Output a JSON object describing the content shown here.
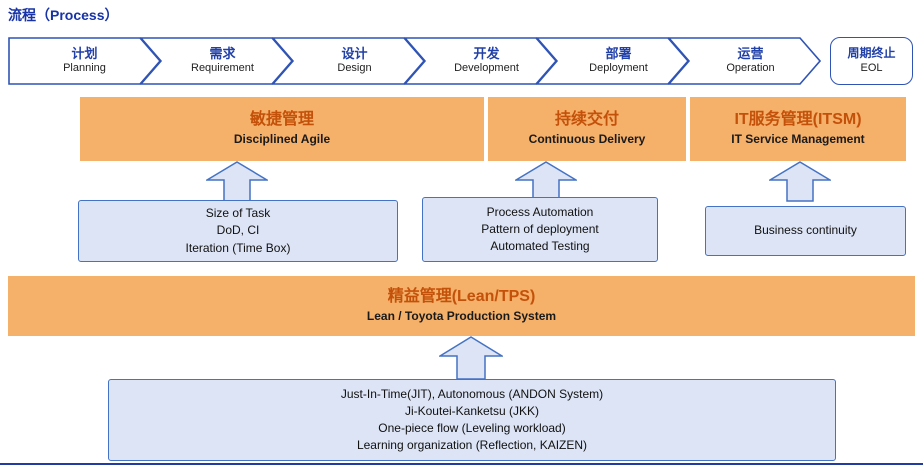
{
  "title": "流程（Process）",
  "flow": {
    "stages": [
      {
        "zh": "计划",
        "en": "Planning"
      },
      {
        "zh": "需求",
        "en": "Requirement"
      },
      {
        "zh": "设计",
        "en": "Design"
      },
      {
        "zh": "开发",
        "en": "Development"
      },
      {
        "zh": "部署",
        "en": "Deployment"
      },
      {
        "zh": "运营",
        "en": "Operation"
      }
    ],
    "eol": {
      "zh": "周期终止",
      "en": "EOL"
    }
  },
  "bands": [
    {
      "zh": "敏捷管理",
      "en": "Disciplined Agile"
    },
    {
      "zh": "持续交付",
      "en": "Continuous Delivery"
    },
    {
      "zh": "IT服务管理(ITSM)",
      "en": "IT Service Management"
    }
  ],
  "practices": [
    {
      "lines": [
        "Size of Task",
        "DoD, CI",
        "Iteration (Time Box)"
      ]
    },
    {
      "lines": [
        "Process Automation",
        "Pattern of deployment",
        "Automated Testing"
      ]
    },
    {
      "lines": [
        "Business continuity"
      ]
    }
  ],
  "lean": {
    "zh": "精益管理(Lean/TPS)",
    "en": "Lean / Toyota Production System"
  },
  "lean_practices": {
    "lines": [
      "Just-In-Time(JIT), Autonomous (ANDON System)",
      "Ji-Koutei-Kanketsu (JKK)",
      "One-piece flow (Leveling workload)",
      "Learning organization (Reflection, KAIZEN)"
    ]
  },
  "colors": {
    "accent_blue": "#2f54b5",
    "title_blue": "#1733a7",
    "band_orange": "#f5b06a",
    "band_text_orange": "#c4510a",
    "box_fill": "#dce4f5",
    "box_border": "#4472c4"
  }
}
